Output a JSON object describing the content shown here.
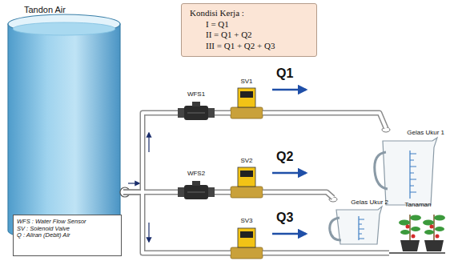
{
  "diagram": {
    "nodes": [
      {
        "text": [
          "Tandon Air"
        ]
      },
      {
        "text": [
          "Kondisi Kerja :",
          "I = Q1",
          "II = Q1 + Q2",
          "III = Q1 + Q2 + Q3"
        ]
      },
      {
        "text": [
          "WFS1"
        ]
      },
      {
        "text": [
          "SV1"
        ]
      },
      {
        "text": [
          "Gelas Ukur 1"
        ]
      },
      {
        "text": [
          "WFS2"
        ]
      },
      {
        "text": [
          "SV2"
        ]
      },
      {
        "text": [
          "Gelas Ukur 2"
        ]
      },
      {
        "text": [
          "SV3"
        ]
      },
      {
        "text": [
          "Tanaman"
        ]
      },
      {
        "text": [
          "WFS : Water Flow Sensor",
          "SV : Solenoid Valve",
          "Q : Aliran (Debit) Air"
        ]
      }
    ],
    "edges": [
      {
        "from": 0,
        "to": 2,
        "arrow": "none"
      },
      {
        "from": 2,
        "to": 3,
        "arrow": "none"
      },
      {
        "from": 3,
        "to": 4,
        "arrow": "none"
      },
      {
        "from": 0,
        "to": 5,
        "arrow": "none"
      },
      {
        "from": 5,
        "to": 6,
        "arrow": "none"
      },
      {
        "from": 6,
        "to": 7,
        "arrow": "none"
      },
      {
        "from": 0,
        "to": 8,
        "arrow": "none"
      },
      {
        "from": 8,
        "to": 9,
        "arrow": "none"
      }
    ],
    "labels": [
      "Q1",
      "Q2",
      "Q3"
    ]
  }
}
